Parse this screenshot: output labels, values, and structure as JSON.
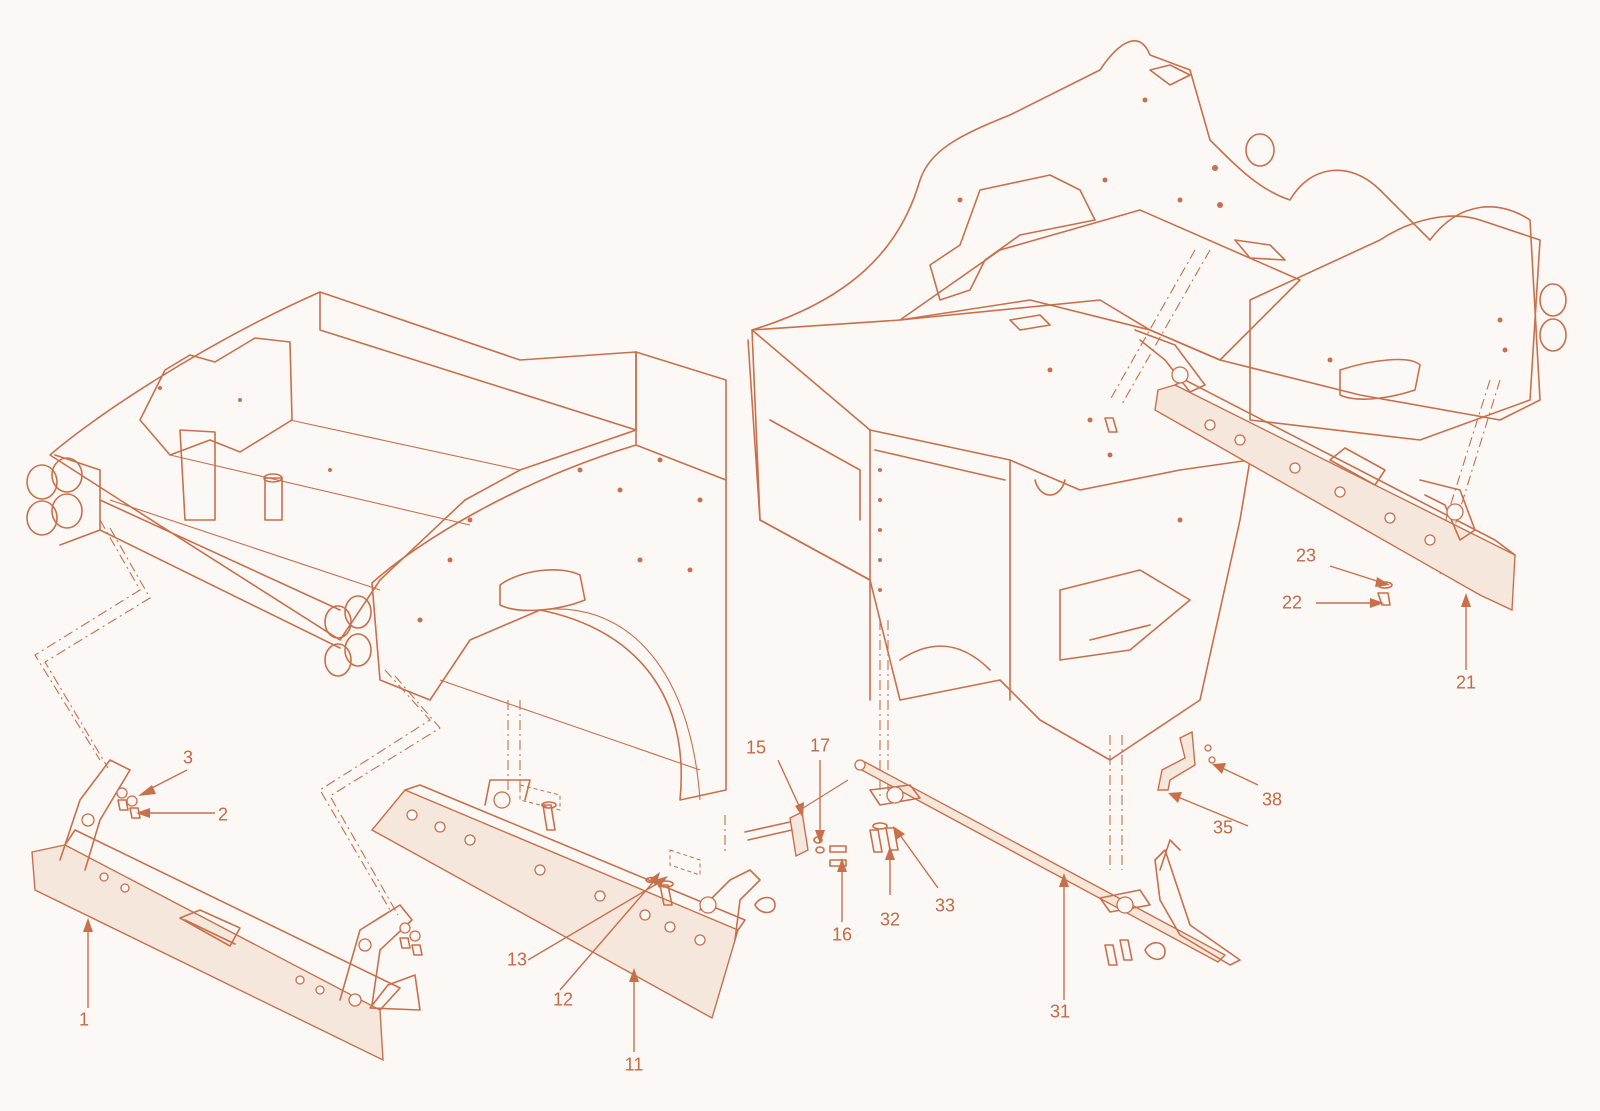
{
  "diagram": {
    "accent_color": "#c9704a",
    "background_color": "#fbf8f5",
    "callouts": [
      {
        "id": "c1",
        "label": "1"
      },
      {
        "id": "c2",
        "label": "2"
      },
      {
        "id": "c3",
        "label": "3"
      },
      {
        "id": "c11",
        "label": "11"
      },
      {
        "id": "c12",
        "label": "12"
      },
      {
        "id": "c13",
        "label": "13"
      },
      {
        "id": "c15",
        "label": "15"
      },
      {
        "id": "c16",
        "label": "16"
      },
      {
        "id": "c17",
        "label": "17"
      },
      {
        "id": "c21",
        "label": "21"
      },
      {
        "id": "c22",
        "label": "22"
      },
      {
        "id": "c23",
        "label": "23"
      },
      {
        "id": "c31",
        "label": "31"
      },
      {
        "id": "c32",
        "label": "32"
      },
      {
        "id": "c33",
        "label": "33"
      },
      {
        "id": "c35",
        "label": "35"
      },
      {
        "id": "c38",
        "label": "38"
      }
    ]
  }
}
